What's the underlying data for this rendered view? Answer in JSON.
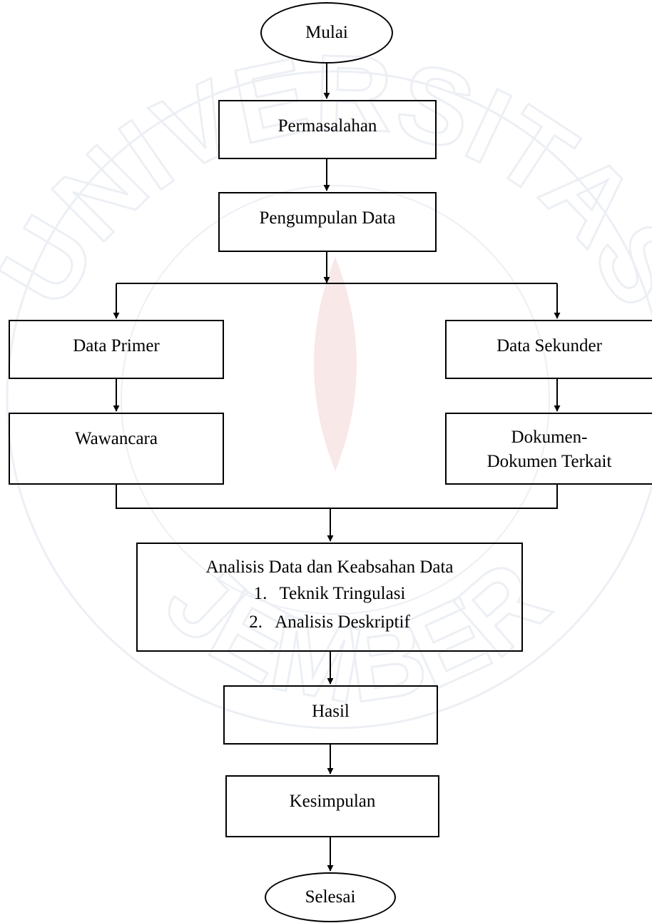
{
  "watermark": {
    "top_text": "UNIVERSITAS",
    "bottom_text": "JEMBER",
    "color": "#dde2ec",
    "accent": "#f3d7d7"
  },
  "flowchart": {
    "start": "Mulai",
    "problem": "Permasalahan",
    "data_collection": "Pengumpulan Data",
    "primary_data": "Data Primer",
    "secondary_data": "Data Sekunder",
    "interview": "Wawancara",
    "documents_line1": "Dokumen-",
    "documents_line2": "Dokumen Terkait",
    "analysis": {
      "title": "Analisis Data dan Keabsahan Data",
      "items": [
        {
          "num": "1.",
          "text": "Teknik Tringulasi"
        },
        {
          "num": "2.",
          "text": "Analisis Deskriptif"
        }
      ]
    },
    "result": "Hasil",
    "conclusion": "Kesimpulan",
    "end": "Selesai"
  }
}
